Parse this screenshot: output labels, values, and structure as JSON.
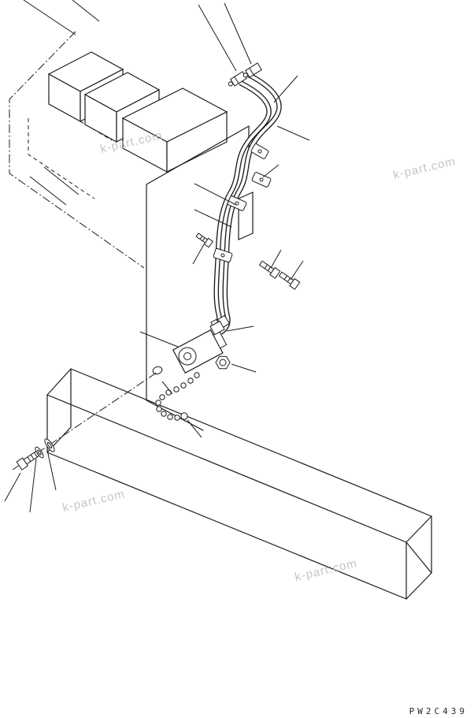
{
  "diagram": {
    "drawing_code": "PW2C439",
    "watermarks": [
      {
        "text": "k-part.com"
      },
      {
        "text": "k-part.com"
      },
      {
        "text": "k-part.com"
      },
      {
        "text": "k-part.com"
      }
    ],
    "colors": {
      "line": "#1c1c1c",
      "watermark": "#c5c5c5",
      "paper": "#ffffff"
    }
  }
}
